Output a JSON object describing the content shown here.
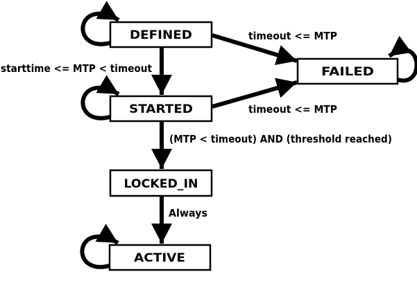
{
  "diagram": {
    "kind": "state-machine",
    "colors": {
      "background": "#ffffff",
      "ink": "#000000",
      "box_fill": "#ffffff"
    },
    "states": {
      "defined": {
        "label": "DEFINED",
        "self_loop": true
      },
      "failed": {
        "label": "FAILED",
        "self_loop": true
      },
      "started": {
        "label": "STARTED",
        "self_loop": true
      },
      "locked_in": {
        "label": "LOCKED_IN",
        "self_loop": false
      },
      "active": {
        "label": "ACTIVE",
        "self_loop": true
      }
    },
    "transitions": {
      "defined_to_started": {
        "from": "DEFINED",
        "to": "STARTED",
        "label": "starttime <= MTP < timeout"
      },
      "defined_to_failed": {
        "from": "DEFINED",
        "to": "FAILED",
        "label": "timeout <= MTP"
      },
      "started_to_failed": {
        "from": "STARTED",
        "to": "FAILED",
        "label": "timeout <= MTP"
      },
      "started_to_locked_in": {
        "from": "STARTED",
        "to": "LOCKED_IN",
        "label": "(MTP < timeout) AND (threshold reached)"
      },
      "locked_in_to_active": {
        "from": "LOCKED_IN",
        "to": "ACTIVE",
        "label": "Always"
      }
    }
  }
}
